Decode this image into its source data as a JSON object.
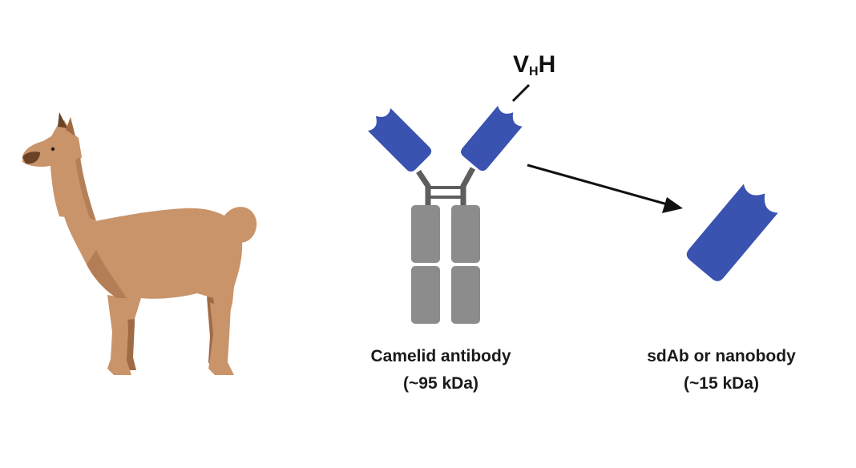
{
  "vhh": {
    "main_before": "V",
    "subscript": "H",
    "main_after": "H"
  },
  "antibody": {
    "name": "Camelid antibody",
    "weight": "(~95 kDa)"
  },
  "nanobody": {
    "name": "sdAb or nanobody",
    "weight": "(~15 kDa)"
  },
  "colors": {
    "domain_blue": "#3a52b0",
    "constant_gray": "#8c8c8c",
    "hinge_gray": "#5e5e5e",
    "llama_fur": "#c9946a",
    "llama_shadow": "#a06a44",
    "llama_dark": "#6b4226",
    "arrow": "#111111"
  }
}
